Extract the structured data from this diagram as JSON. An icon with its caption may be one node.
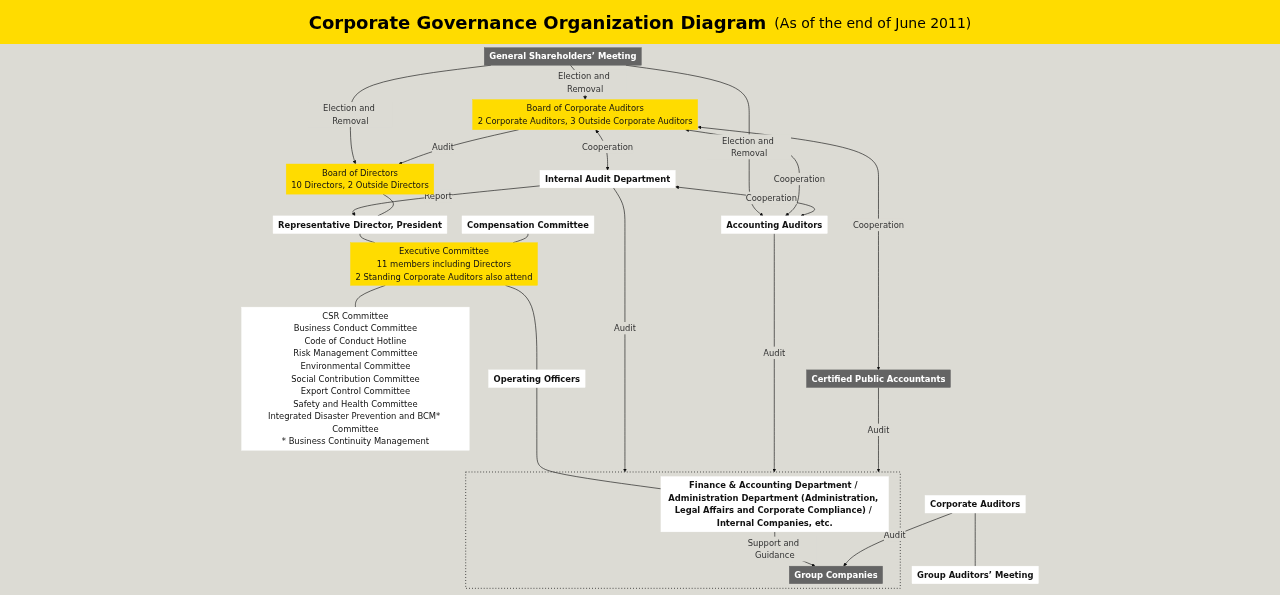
{
  "diagram": {
    "title": "Corporate Governance Organization Diagram",
    "nodes": [
      {
        "text": [
          "General Shareholders’ Meeting"
        ]
      },
      {
        "text": [
          "Board of Corporate Auditors",
          "2 Corporate Auditors, 3 Outside Corporate Auditors"
        ]
      },
      {
        "text": [
          "Board of Directors",
          "10 Directors, 2 Outside Directors"
        ]
      },
      {
        "text": [
          "Internal Audit Department"
        ]
      },
      {
        "text": [
          "Representative Director, President"
        ]
      },
      {
        "text": [
          "Compensation Committee"
        ]
      },
      {
        "text": [
          "Executive Committee",
          "11 members including Directors",
          "2 Standing Corporate Auditors also attend"
        ]
      },
      {
        "text": [
          "CSR Committee",
          "Business Conduct Committee",
          "Code of Conduct Hotline",
          "Risk Management Committee",
          "Environmental Committee",
          "Social Contribution Committee",
          "Export Control Committee",
          "Safety and Health Committee",
          "Integrated Disaster Prevention and BCM* Committee",
          "* Business Continuity Management"
        ]
      },
      {
        "text": [
          "Operating Officers"
        ]
      },
      {
        "text": [
          "Accounting Auditors"
        ]
      },
      {
        "text": [],
        "shape": "box"
      },
      {
        "text": [
          "Finance & Accounting Department / Administration Department (Administration, Legal Affairs and Corporate Compliance) / Internal Companies, etc."
        ],
        "in": 10
      },
      {
        "text": [
          "Group Companies"
        ],
        "in": 10
      },
      {
        "text": [
          "Certified Public Accountants"
        ]
      },
      {
        "text": [
          "Corporate Auditors"
        ]
      },
      {
        "text": [
          "Group Auditors’ Meeting"
        ]
      }
    ],
    "edges": [
      {
        "from": 0,
        "to": 9,
        "arrow": "to",
        "label": "Election and Removal"
      },
      {
        "from": 0,
        "to": 1,
        "arrow": "to",
        "label": "Election and Removal"
      },
      {
        "from": 0,
        "to": 2,
        "arrow": "to",
        "label": "Election and Removal"
      },
      {
        "from": 13,
        "to": 1,
        "arrow": "both",
        "label": "Cooperation"
      },
      {
        "from": 1,
        "to": 2,
        "arrow": "to",
        "label": "Audit"
      },
      {
        "from": 1,
        "to": 3,
        "arrow": "both",
        "label": "Cooperation"
      },
      {
        "from": 3,
        "to": 4,
        "arrow": "to",
        "label": "Report"
      },
      {
        "from": 2,
        "to": 4,
        "arrow": "none"
      },
      {
        "from": 4,
        "to": 6,
        "arrow": "none"
      },
      {
        "from": 5,
        "to": 6,
        "arrow": "none"
      },
      {
        "from": 6,
        "to": 7,
        "arrow": "none"
      },
      {
        "from": 9,
        "to": 1,
        "arrow": "both",
        "label": "Cooperation"
      },
      {
        "from": 9,
        "to": 3,
        "arrow": "both",
        "label": "Cooperation"
      },
      {
        "from": 3,
        "to": 10,
        "arrow": "to",
        "label": "Audit"
      },
      {
        "from": 6,
        "to": 8,
        "arrow": "none"
      },
      {
        "from": 8,
        "to": 11,
        "arrow": "none"
      },
      {
        "from": 9,
        "to": 10,
        "arrow": "to",
        "label": "Audit"
      },
      {
        "from": 11,
        "to": 12,
        "arrow": "to",
        "label": "Support and Guidance"
      },
      {
        "from": 13,
        "to": 10,
        "arrow": "to",
        "label": "Audit"
      },
      {
        "from": 14,
        "to": 12,
        "arrow": "to",
        "label": "Audit"
      },
      {
        "from": 14,
        "to": 15,
        "arrow": "none"
      }
    ],
    "labels": [
      "(As of the end of June 2011)"
    ]
  }
}
